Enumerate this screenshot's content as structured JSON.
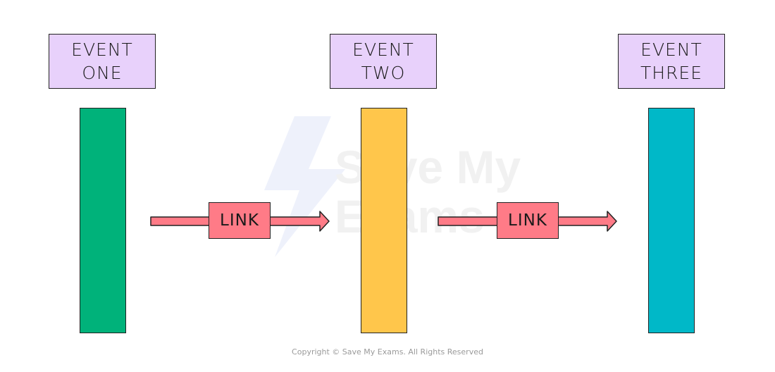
{
  "events": [
    {
      "line1": "EVENT",
      "line2": "ONE",
      "color": "#00b27a"
    },
    {
      "line1": "EVENT",
      "line2": "TWO",
      "color": "#ffc64b"
    },
    {
      "line1": "EVENT",
      "line2": "THREE",
      "color": "#00b8c8"
    }
  ],
  "links": [
    {
      "label": "LINK"
    },
    {
      "label": "LINK"
    }
  ],
  "colors": {
    "label_bg": "#e8d1fb",
    "link_fill": "#ff7b87",
    "outline": "#222222"
  },
  "watermark": {
    "line1": "Save My",
    "line2": "Exams"
  },
  "footer": {
    "copyright": "Copyright © Save My Exams. All Rights Reserved"
  }
}
